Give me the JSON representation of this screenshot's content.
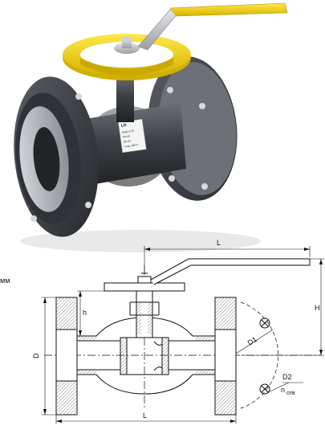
{
  "unit_label": "мм",
  "nameplate": {
    "brand": "LD",
    "lines": [
      "КШЦ Ф 20",
      "PN 40",
      "DN 50",
      "t max 180°C"
    ]
  },
  "dimensions": {
    "L_top": "L",
    "L_bottom": "L",
    "H": "H",
    "h": "h",
    "D": "D",
    "D1": "D1",
    "D2": "D2",
    "n_main": "n",
    "n_sub": "отв"
  },
  "colors": {
    "body": "#3a3d42",
    "handle": "#f2d200",
    "line": "#111111"
  }
}
